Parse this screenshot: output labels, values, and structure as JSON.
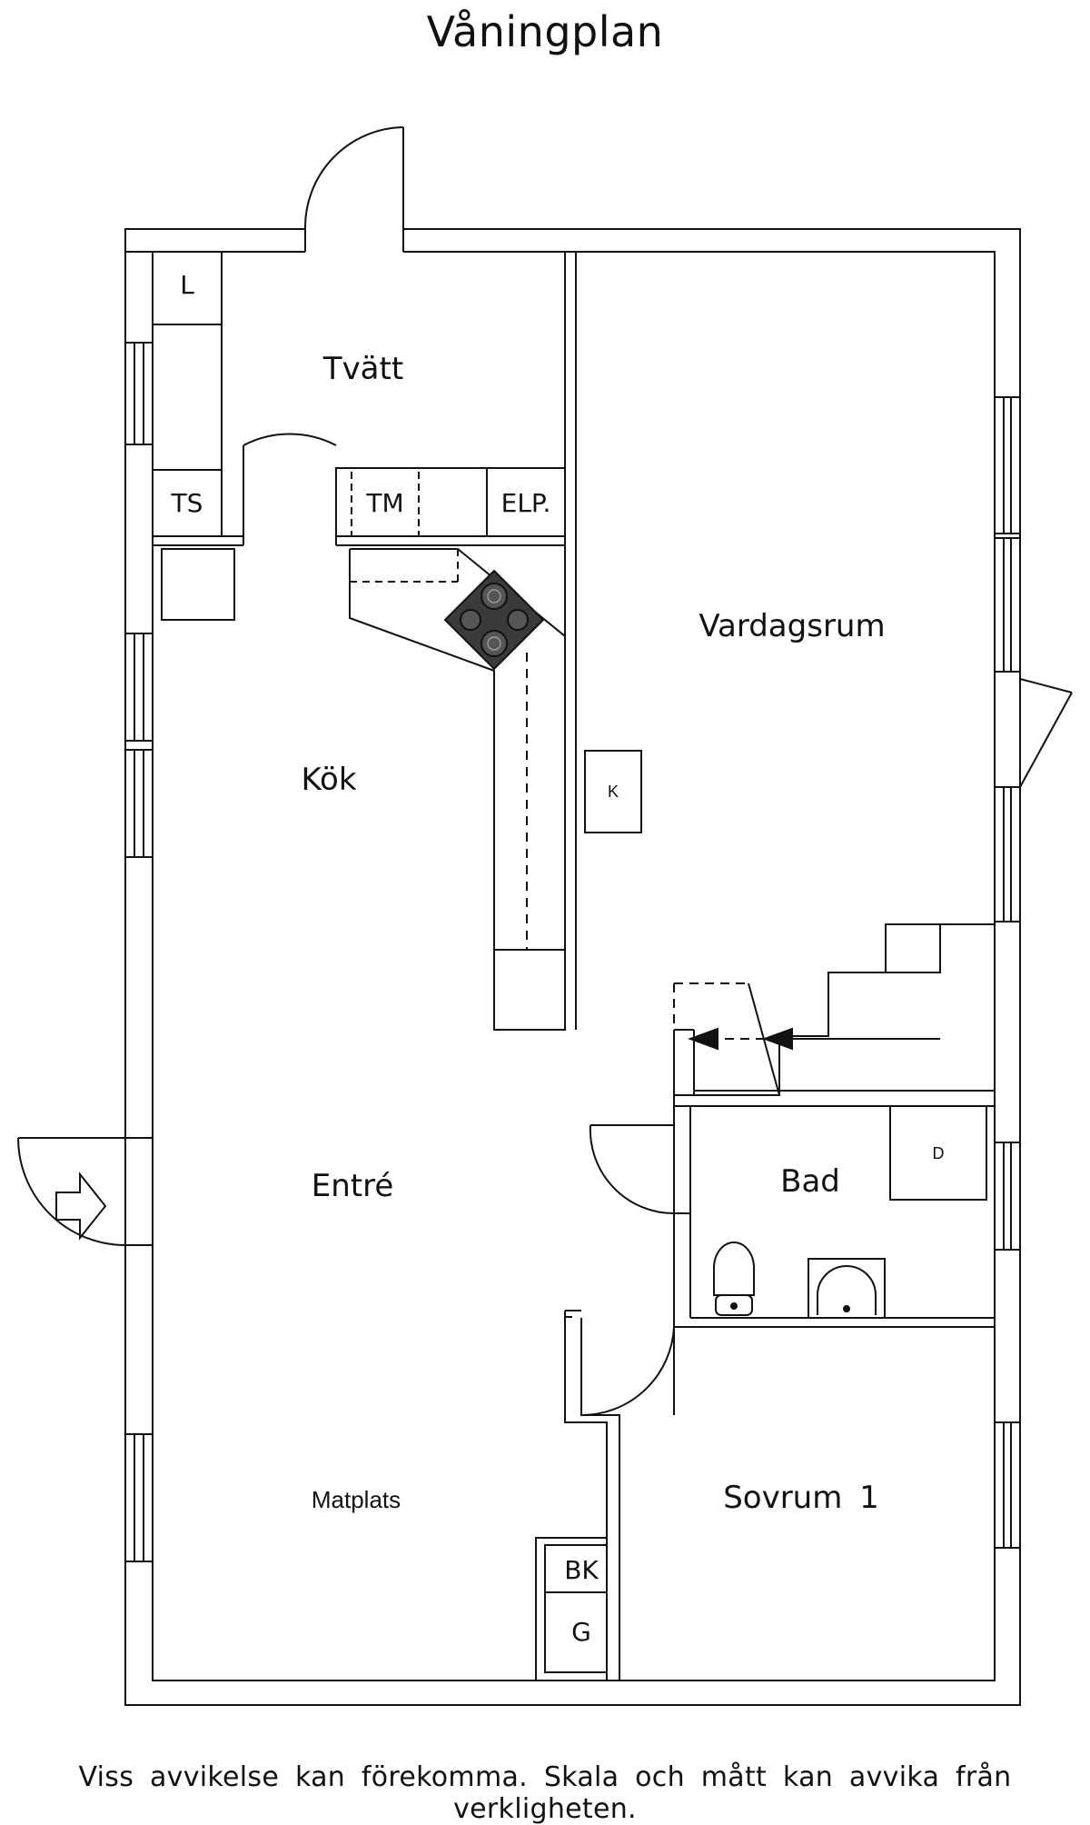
{
  "title": "Våningplan",
  "rooms": {
    "tvatt": "Tvätt",
    "kok": "Kök",
    "vardagsrum": "Vardagsrum",
    "entre": "Entré",
    "bad": "Bad",
    "matplats": "Matplats",
    "sovrum": "Sovrum 1"
  },
  "fixtures": {
    "l": "L",
    "ts": "TS",
    "tm": "TM",
    "elp": "ELP.",
    "k": "K",
    "d": "D",
    "bk": "BK",
    "g": "G"
  },
  "footer": "Viss avvikelse kan förekomma. Skala och mått kan avvika från verkligheten.",
  "colors": {
    "line": "#111111",
    "stove": "#3a3a3a",
    "background": "#ffffff"
  }
}
